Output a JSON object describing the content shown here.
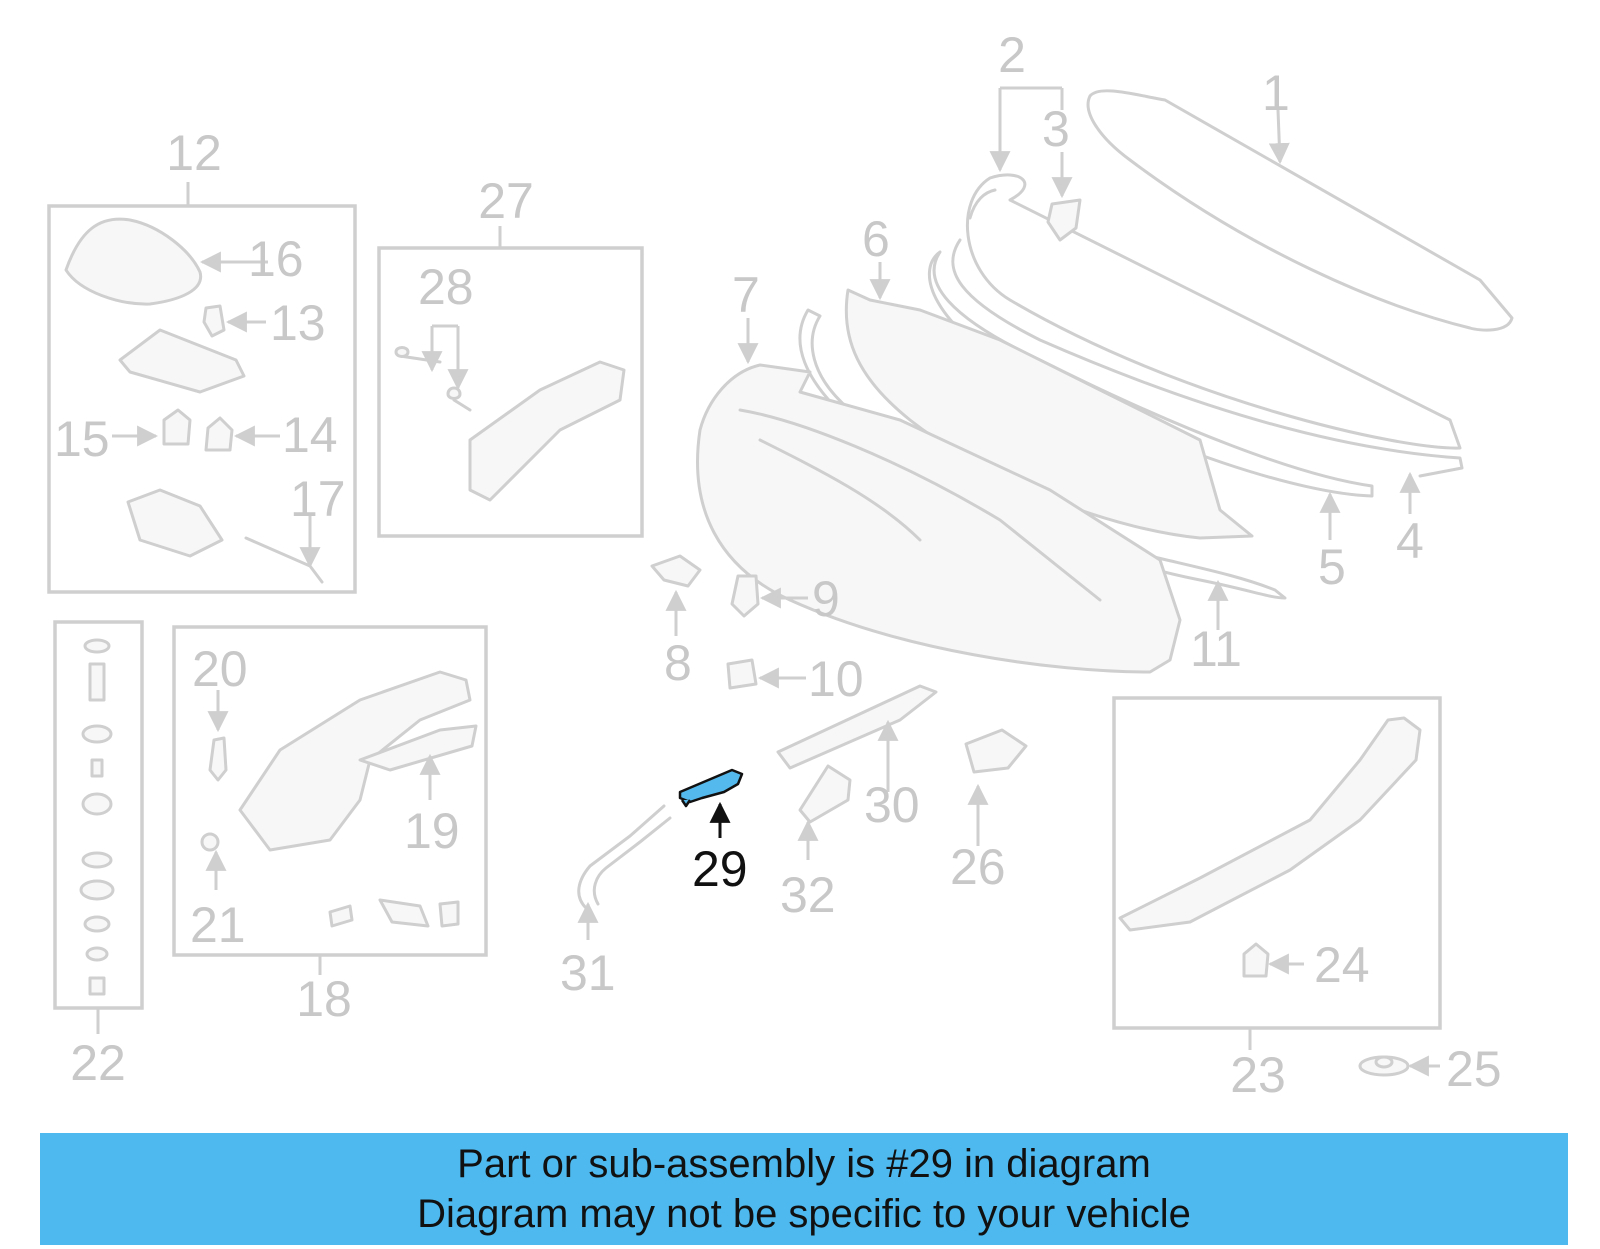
{
  "diagram": {
    "callouts": [
      "1",
      "2",
      "3",
      "4",
      "5",
      "6",
      "7",
      "8",
      "9",
      "10",
      "11",
      "12",
      "13",
      "14",
      "15",
      "16",
      "17",
      "18",
      "19",
      "20",
      "21",
      "22",
      "23",
      "24",
      "25",
      "26",
      "27",
      "28",
      "29",
      "30",
      "31",
      "32"
    ],
    "highlighted_callout": "29",
    "highlight_color": "#4db9ee"
  },
  "banner": {
    "line1": "Part or sub-assembly is #29 in diagram",
    "line2": "Diagram may not be specific to your vehicle",
    "background": "#4db9ee"
  }
}
